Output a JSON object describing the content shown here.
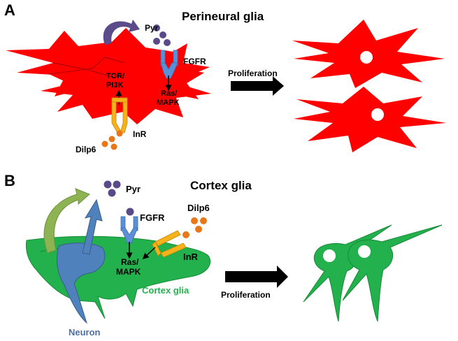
{
  "panel_a": {
    "letter": "A",
    "title": "Perineural glia",
    "pyr": "Pyr",
    "fgfr": "FGFR",
    "tor_line1": "TOR/",
    "tor_line2": "PI3K",
    "ras_line1": "Ras/",
    "ras_line2": "MAPK",
    "inr": "InR",
    "dilp6": "Dilp6",
    "proliferation": "Proliferation"
  },
  "panel_b": {
    "letter": "B",
    "title": "Cortex glia",
    "pyr": "Pyr",
    "fgfr": "FGFR",
    "dilp6": "Dilp6",
    "ras_line1": "Ras/",
    "ras_line2": "MAPK",
    "inr": "InR",
    "cortex_glia": "Cortex glia",
    "neuron": "Neuron",
    "proliferation": "Proliferation"
  },
  "colors": {
    "perineural": "#ff0000",
    "cortex": "#22b14c",
    "neuron": "#4f81bd",
    "fgfr": "#5b8fd6",
    "inr": "#f5b21a",
    "pyr": "#5a4a8a",
    "dilp6": "#e8761a",
    "green_arrow": "#8db352",
    "purple_arrow": "#5b4b8a",
    "cortex_label": "#22b14c",
    "neuron_label": "#4f6fa8"
  }
}
